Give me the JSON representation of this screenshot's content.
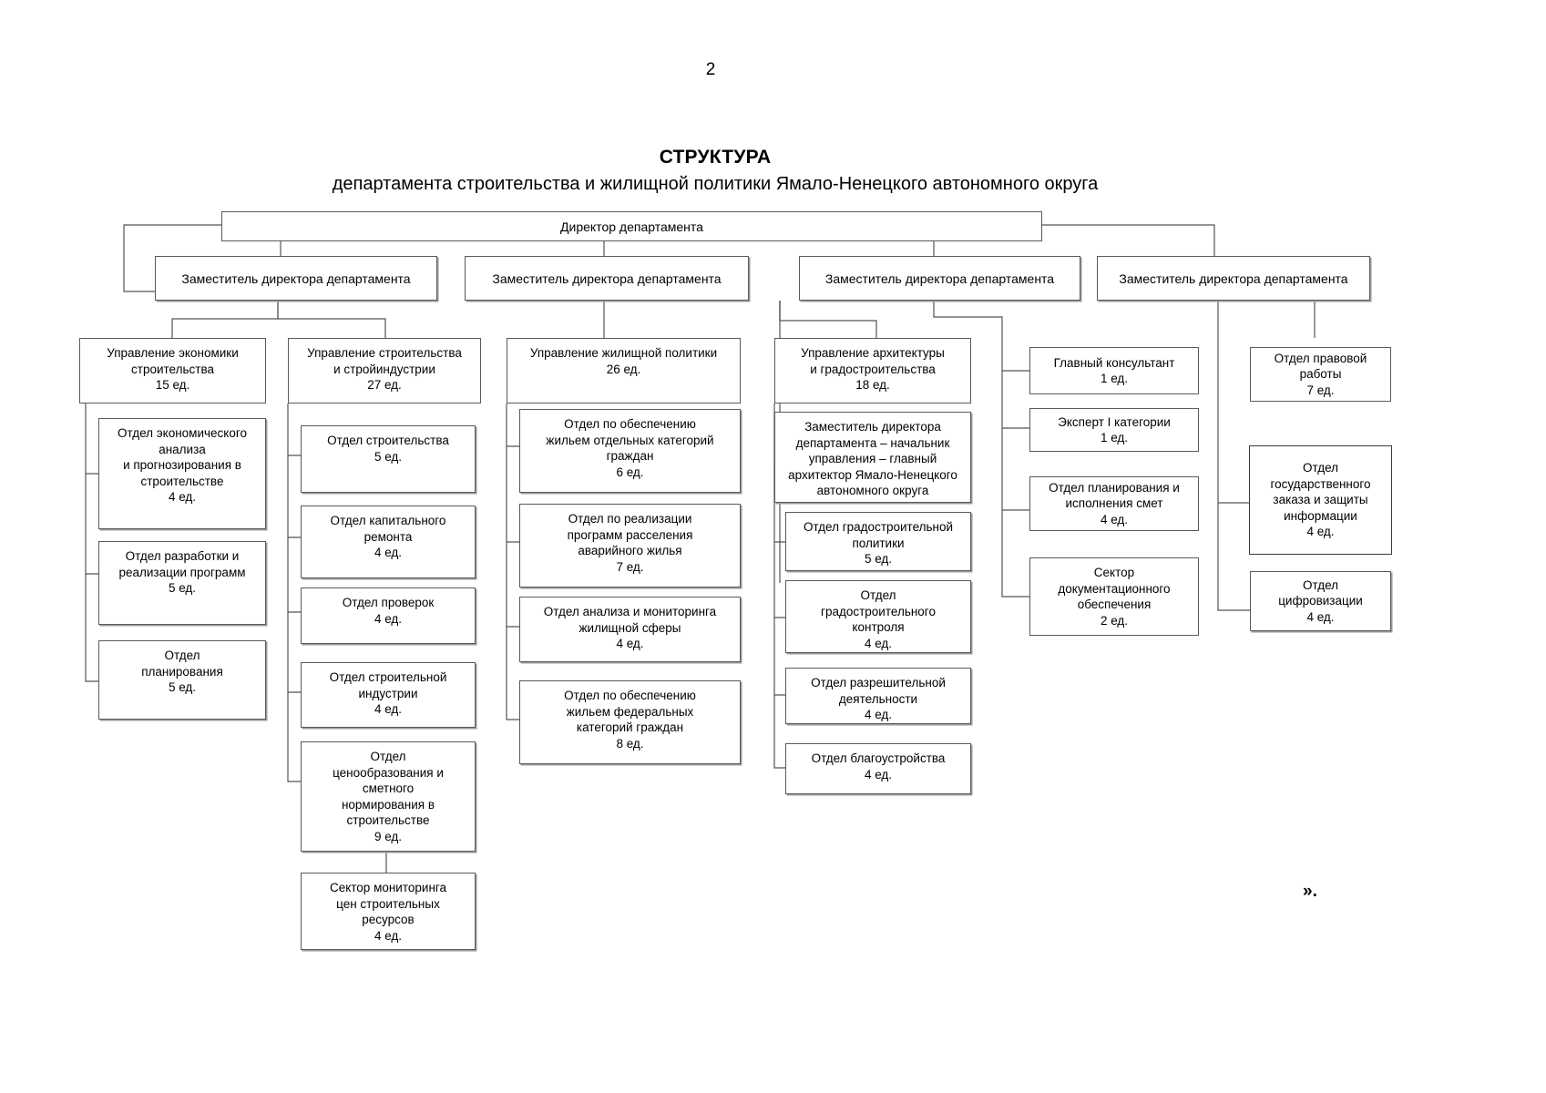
{
  "page": {
    "number": "2",
    "closing_mark": "»."
  },
  "title": {
    "heading": "СТРУКТУРА",
    "subheading": "департамента строительства и жилищной политики Ямало-Ненецкого автономного округа"
  },
  "chart_data": {
    "type": "diagram",
    "title": "СТРУКТУРА департамента строительства и жилищной политики Ямало-Ненецкого автономного округа",
    "nodes": [
      {
        "id": "director",
        "label": "Директор департамента",
        "units": "",
        "level": 0
      },
      {
        "id": "deputy1",
        "label": "Заместитель директора департамента",
        "units": "",
        "level": 1
      },
      {
        "id": "deputy2",
        "label": "Заместитель директора департамента",
        "units": "",
        "level": 1
      },
      {
        "id": "deputy3",
        "label": "Заместитель директора департамента",
        "units": "",
        "level": 1
      },
      {
        "id": "deputy4",
        "label": "Заместитель директора департамента",
        "units": "",
        "level": 1
      },
      {
        "id": "u_econ",
        "label": "Управление экономики\nстроительства\n15 ед.",
        "units": "15 ед.",
        "level": 2
      },
      {
        "id": "o_econ_analysis",
        "label": "Отдел экономического\nанализа\nи прогнозирования в\nстроительстве\n4 ед.",
        "units": "4 ед.",
        "level": 3
      },
      {
        "id": "o_programs",
        "label": "Отдел разработки и\nреализации программ\n5 ед.",
        "units": "5 ед.",
        "level": 3
      },
      {
        "id": "o_planning",
        "label": "Отдел\nпланирования\n5 ед.",
        "units": "5 ед.",
        "level": 3
      },
      {
        "id": "u_construction",
        "label": "Управление строительства\nи стройиндустрии\n27 ед.",
        "units": "27 ед.",
        "level": 2
      },
      {
        "id": "o_construction",
        "label": "Отдел строительства\n5 ед.",
        "units": "5 ед.",
        "level": 3
      },
      {
        "id": "o_capital_repair",
        "label": "Отдел капитального\nремонта\n4 ед.",
        "units": "4 ед.",
        "level": 3
      },
      {
        "id": "o_checks",
        "label": "Отдел проверок\n4 ед.",
        "units": "4 ед.",
        "level": 3
      },
      {
        "id": "o_industry",
        "label": "Отдел строительной\nиндустрии\n4 ед.",
        "units": "4 ед.",
        "level": 3
      },
      {
        "id": "o_pricing",
        "label": "Отдел\nценообразования и\nсметного\nнормирования в\nстроительстве\n9 ед.",
        "units": "9 ед.",
        "level": 3
      },
      {
        "id": "s_monitoring",
        "label": "Сектор мониторинга\nцен строительных\nресурсов\n4 ед.",
        "units": "4 ед.",
        "level": 4
      },
      {
        "id": "u_housing",
        "label": "Управление жилищной политики\n26 ед.",
        "units": "26 ед.",
        "level": 2
      },
      {
        "id": "o_housing_cat",
        "label": "Отдел по обеспечению\nжильем отдельных категорий\nграждан\n6 ед.",
        "units": "6 ед.",
        "level": 3
      },
      {
        "id": "o_resettle",
        "label": "Отдел по реализации\nпрограмм расселения\nаварийного жилья\n7 ед.",
        "units": "7 ед.",
        "level": 3
      },
      {
        "id": "o_housing_analysis",
        "label": "Отдел анализа и мониторинга\nжилищной сферы\n4 ед.",
        "units": "4 ед.",
        "level": 3
      },
      {
        "id": "o_federal_cat",
        "label": "Отдел по обеспечению\nжильем федеральных\nкатегорий граждан\n8 ед.",
        "units": "8 ед.",
        "level": 3
      },
      {
        "id": "u_architecture",
        "label": "Управление архитектуры\nи градостроительства\n18 ед.",
        "units": "18 ед.",
        "level": 2
      },
      {
        "id": "deputy_arch",
        "label": "Заместитель директора\nдепартамента – начальник\nуправления – главный\nархитектор Ямало-Ненецкого\nавтономного округа",
        "units": "",
        "level": 3
      },
      {
        "id": "o_urban_policy",
        "label": "Отдел градостроительной\nполитики\n5 ед.",
        "units": "5 ед.",
        "level": 3
      },
      {
        "id": "o_urban_control",
        "label": "Отдел\nградостроительного\nконтроля\n4 ед.",
        "units": "4 ед.",
        "level": 3
      },
      {
        "id": "o_permits",
        "label": "Отдел разрешительной\nдеятельности\n4 ед.",
        "units": "4 ед.",
        "level": 3
      },
      {
        "id": "o_improvement",
        "label": "Отдел благоустройства\n4 ед.",
        "units": "4 ед.",
        "level": 3
      },
      {
        "id": "chief_consultant",
        "label": "Главный консультант\n1 ед.",
        "units": "1 ед.",
        "level": 2
      },
      {
        "id": "expert1",
        "label": "Эксперт I категории\n1 ед.",
        "units": "1 ед.",
        "level": 2
      },
      {
        "id": "o_estimates",
        "label": "Отдел планирования и\nисполнения смет\n4 ед.",
        "units": "4 ед.",
        "level": 2
      },
      {
        "id": "s_documentation",
        "label": "Сектор\nдокументационного\nобеспечения\n2 ед.",
        "units": "2 ед.",
        "level": 2
      },
      {
        "id": "o_legal",
        "label": "Отдел правовой\nработы\n7 ед.",
        "units": "7 ед.",
        "level": 2
      },
      {
        "id": "o_state_order",
        "label": "Отдел\nгосударственного\nзаказа и защиты\nинформации\n4 ед.",
        "units": "4 ед.",
        "level": 2
      },
      {
        "id": "o_digital",
        "label": "Отдел\nцифровизации\n4 ед.",
        "units": "4 ед.",
        "level": 2
      }
    ],
    "edges": [
      [
        "director",
        "deputy1"
      ],
      [
        "director",
        "deputy2"
      ],
      [
        "director",
        "deputy3"
      ],
      [
        "director",
        "deputy4"
      ],
      [
        "deputy1",
        "u_econ"
      ],
      [
        "deputy1",
        "u_construction"
      ],
      [
        "u_econ",
        "o_econ_analysis"
      ],
      [
        "u_econ",
        "o_programs"
      ],
      [
        "u_econ",
        "o_planning"
      ],
      [
        "u_construction",
        "o_construction"
      ],
      [
        "u_construction",
        "o_capital_repair"
      ],
      [
        "u_construction",
        "o_checks"
      ],
      [
        "u_construction",
        "o_industry"
      ],
      [
        "u_construction",
        "o_pricing"
      ],
      [
        "o_pricing",
        "s_monitoring"
      ],
      [
        "deputy2",
        "u_housing"
      ],
      [
        "u_housing",
        "o_housing_cat"
      ],
      [
        "u_housing",
        "o_resettle"
      ],
      [
        "u_housing",
        "o_housing_analysis"
      ],
      [
        "u_housing",
        "o_federal_cat"
      ],
      [
        "deputy3",
        "u_architecture"
      ],
      [
        "u_architecture",
        "deputy_arch"
      ],
      [
        "u_architecture",
        "o_urban_policy"
      ],
      [
        "u_architecture",
        "o_urban_control"
      ],
      [
        "u_architecture",
        "o_permits"
      ],
      [
        "u_architecture",
        "o_improvement"
      ],
      [
        "deputy3",
        "chief_consultant"
      ],
      [
        "deputy3",
        "expert1"
      ],
      [
        "deputy3",
        "o_estimates"
      ],
      [
        "deputy3",
        "s_documentation"
      ],
      [
        "deputy4",
        "o_legal"
      ],
      [
        "deputy4",
        "o_state_order"
      ],
      [
        "deputy4",
        "o_digital"
      ]
    ]
  }
}
